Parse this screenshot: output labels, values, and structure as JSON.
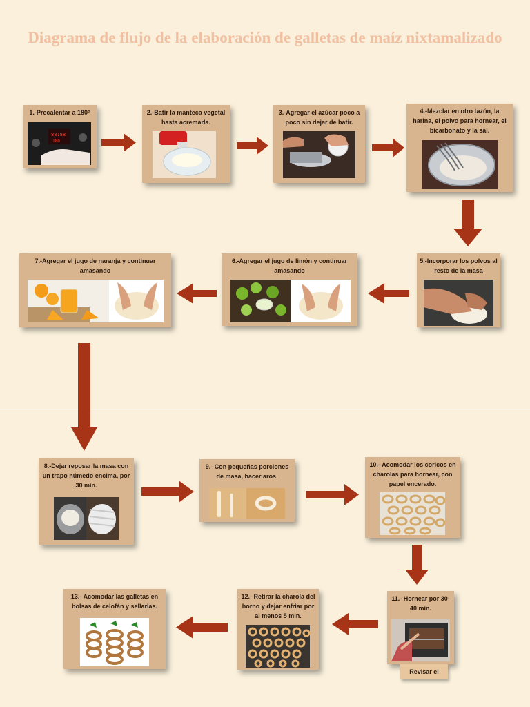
{
  "title": "Diagrama de flujo de la elaboración de galletas de maíz nixtamalizado",
  "steps": [
    {
      "label": "1.-Precalentar a 180°",
      "image": "oven-control-panel"
    },
    {
      "label": "2.-Batir la manteca vegetal hasta acremarla.",
      "image": "mixer-bowl-shortening"
    },
    {
      "label": "3.-Agregar el azúcar poco a poco sin dejar de batir.",
      "image": "adding-sugar-mixer"
    },
    {
      "label": "4.-Mezclar en otro tazón, la harina, el polvo para hornear, el bicarbonato y la sal.",
      "image": "whisk-flour-bowl"
    },
    {
      "label": "5.-Incorporar los polvos al resto de la masa",
      "image": "hands-kneading-dough"
    },
    {
      "label": "6.-Agregar el jugo de limón y continuar amasando",
      "image": "limes-juice-dough"
    },
    {
      "label": "7.-Agregar el jugo de naranja y continuar amasando",
      "image": "oranges-juice-dough"
    },
    {
      "label": "8.-Dejar reposar la masa con un trapo húmedo encima, por 30 min.",
      "image": "dough-resting-cloth"
    },
    {
      "label": "9.- Con pequeñas porciones de masa, hacer aros.",
      "image": "shaping-dough-rings"
    },
    {
      "label": "10.- Acomodar los coricos en charolas para hornear, con papel encerado.",
      "image": "rings-on-tray"
    },
    {
      "label": "11.- Hornear por 30-40 min.",
      "image": "oven-baking"
    },
    {
      "label": "12.- Retirar la charola del horno y dejar enfriar por al menos 5 min.",
      "image": "baked-cookies-tray"
    },
    {
      "label": "13.- Acomodar las galletas en bolsas de celofán y sellarlas.",
      "image": "cookies-in-cellophane-bags"
    }
  ],
  "note": "Revisar el",
  "colors": {
    "background": "#faf0dc",
    "box": "#d9b58f",
    "arrow": "#a83418",
    "title": "#f2bfa0"
  }
}
